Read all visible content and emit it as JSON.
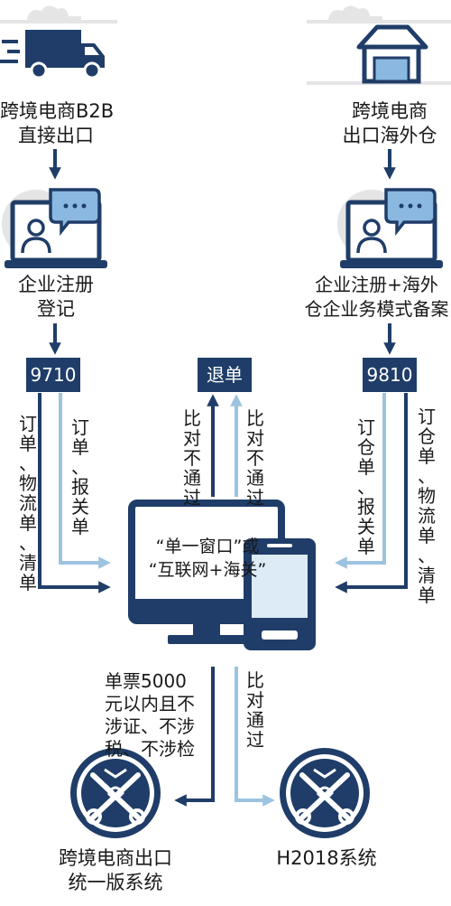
{
  "left_top": {
    "title_lines": [
      "跨境电商B2B",
      "直接出口"
    ]
  },
  "right_top": {
    "title_lines": [
      "跨境电商",
      "出口海外仓"
    ]
  },
  "left_reg": {
    "lines": [
      "企业注册",
      "登记"
    ]
  },
  "right_reg": {
    "lines": [
      "企业注册+海外",
      "仓企业务模式备案"
    ]
  },
  "codes": {
    "left": "9710",
    "middle": "退单",
    "right": "9810"
  },
  "flows": {
    "left_outer": "订单、物流单、清单",
    "left_inner": "订单、报关单",
    "mid_left": "比对不通过",
    "mid_right": "比对不通过",
    "right_inner": "订仓单、报关单",
    "right_outer": "订仓单、物流单、清单",
    "bottom_right": "比对通过"
  },
  "platform": {
    "lines": [
      "“单一窗口”或",
      "“互联网+海关”"
    ]
  },
  "condition": {
    "lines": [
      "单票5000",
      "元以内且不",
      "涉证、不涉",
      "税、不涉检"
    ]
  },
  "systems": {
    "left_lines": [
      "跨境电商出口",
      "统一版系统"
    ],
    "right": "H2018系统"
  },
  "colors": {
    "dark": "#1f3d68",
    "light": "#9cc3e0",
    "screen": "#dcebf6",
    "bg_gray": "#e5e5e5"
  }
}
